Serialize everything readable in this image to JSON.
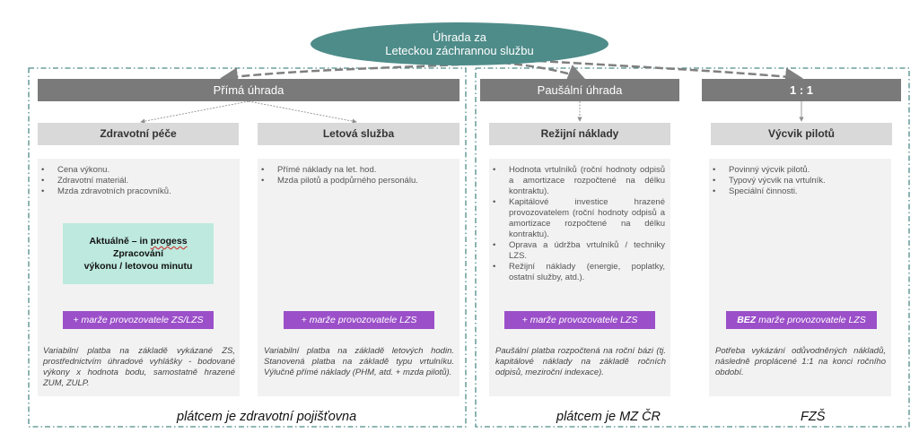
{
  "root": {
    "title_line1": "Úhrada za",
    "title_line2": "Leteckou záchrannou službu"
  },
  "colors": {
    "root_fill": "#4e8c89",
    "header_fill": "#7a7a7a",
    "subheader_fill": "#d9d9d9",
    "panel_fill": "#f2f2f2",
    "badge_fill": "#9b4fc9",
    "highlight_fill": "#bde9de",
    "frame_stroke": "#4e8c89"
  },
  "columns": [
    {
      "header": "Přímá úhrada",
      "branches": [
        {
          "title": "Zdravotní péče",
          "bullets": [
            "Cena výkonu.",
            "Zdravotní materiál.",
            "Mzda zdravotních pracovníků."
          ],
          "highlight": {
            "line1_prefix": "Aktuálně – in ",
            "line1_wavy": "progess",
            "line2": "Zpracování",
            "line3": "výkonu / letovou minutu"
          },
          "badge": {
            "bold": "",
            "text": "+ marže provozovatele ZS/LZS"
          },
          "description": "Variabilní platba na základě vykázané ZS, prostřednictvím úhradové vyhlášky - bodované výkony x hodnota bodu, samostatně hrazené ZUM, ZULP."
        },
        {
          "title": "Letová služba",
          "bullets": [
            "Přímé náklady na let. hod.",
            "Mzda pilotů a podpůrného personálu."
          ],
          "badge": {
            "bold": "",
            "text": "+ marže provozovatele LZS"
          },
          "description": "Variabilní platba na základě letových hodin. Stanovená platba na základě typu vrtulníku. Výlučně přímé náklady (PHM, atd. + mzda pilotů)."
        }
      ],
      "payer": "plátcem je zdravotní pojišťovna"
    },
    {
      "header": "Paušální úhrada",
      "branches": [
        {
          "title": "Režijní náklady",
          "bullets": [
            "Hodnota vrtulníků (roční hodnoty odpisů a amortizace rozpočtené na délku kontraktu).",
            "Kapitálové investice hrazené provozovatelem (roční hodnoty odpisů a amortizace rozpočtené na délku kontraktu).",
            "Oprava a údržba vrtulníků / techniky LZS.",
            "Režijní náklady (energie, poplatky, ostatní služby, atd.)."
          ],
          "badge": {
            "bold": "",
            "text": "+ marže provozovatele LZS"
          },
          "description": "Paušální platba rozpočtená na roční bázi (tj. kapitálové náklady na základě ročních odpisů, meziroční indexace)."
        }
      ],
      "payer": "plátcem je MZ ČR"
    },
    {
      "header": "1 : 1",
      "branches": [
        {
          "title": "Výcvik pilotů",
          "bullets": [
            "Povinný výcvik pilotů.",
            "Typový výcvik na vrtulník.",
            "Speciální činnosti."
          ],
          "badge": {
            "bold": "BEZ",
            "text": " marže provozovatele LZS"
          },
          "description": "Potřeba vykázání odůvodněných nákladů, následně proplácené 1:1 na konci ročního období."
        }
      ],
      "payer": "FZŠ"
    }
  ]
}
